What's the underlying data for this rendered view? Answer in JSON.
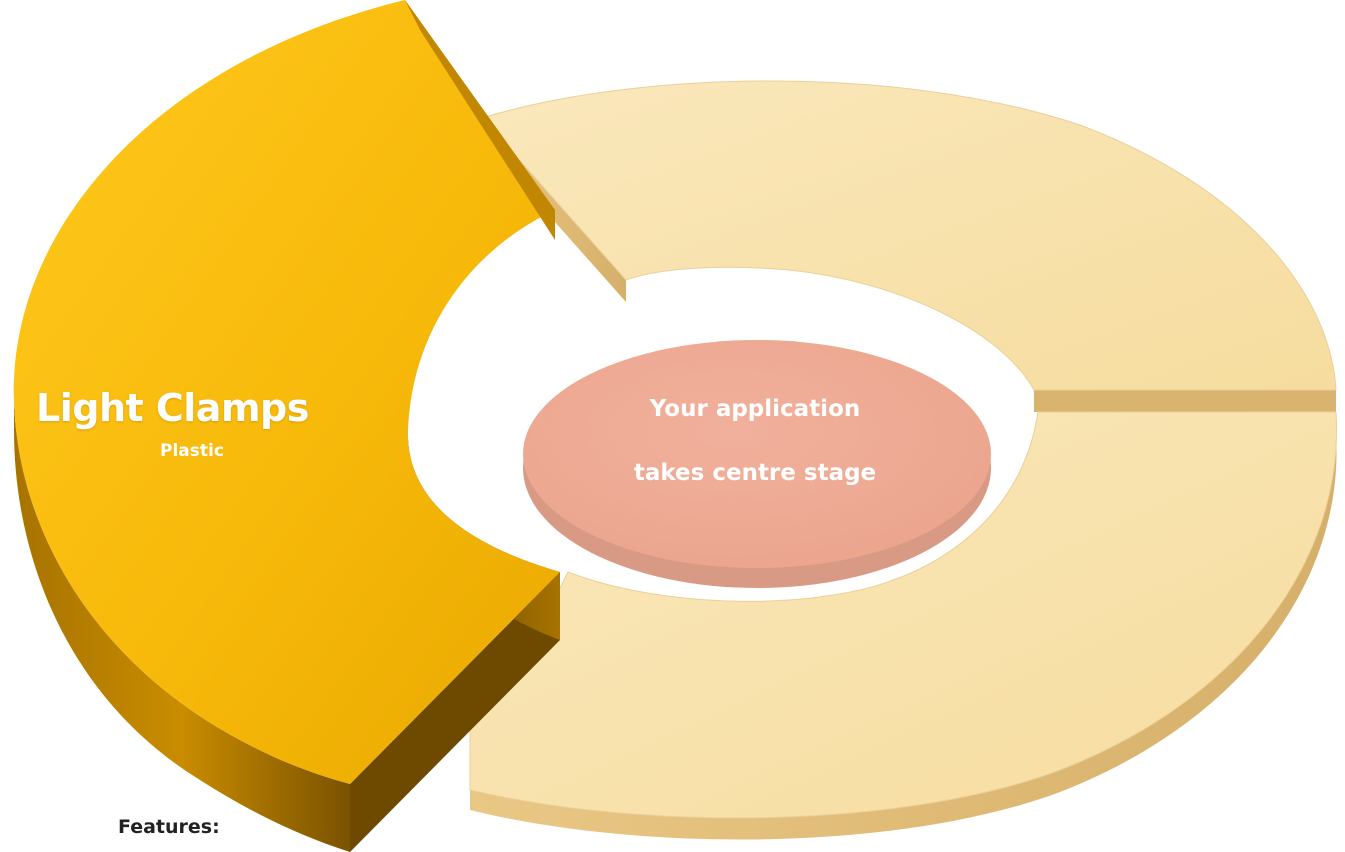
{
  "diagram": {
    "highlight_segment": {
      "title": "Light Clamps",
      "subtitle": "Plastic",
      "color": "#F5B800"
    },
    "other_segment_color": "#F8DFA4",
    "center": {
      "line1": "Your application",
      "line2": "takes centre stage",
      "color": "#EFAA94"
    }
  },
  "features": {
    "heading": "Features:"
  }
}
